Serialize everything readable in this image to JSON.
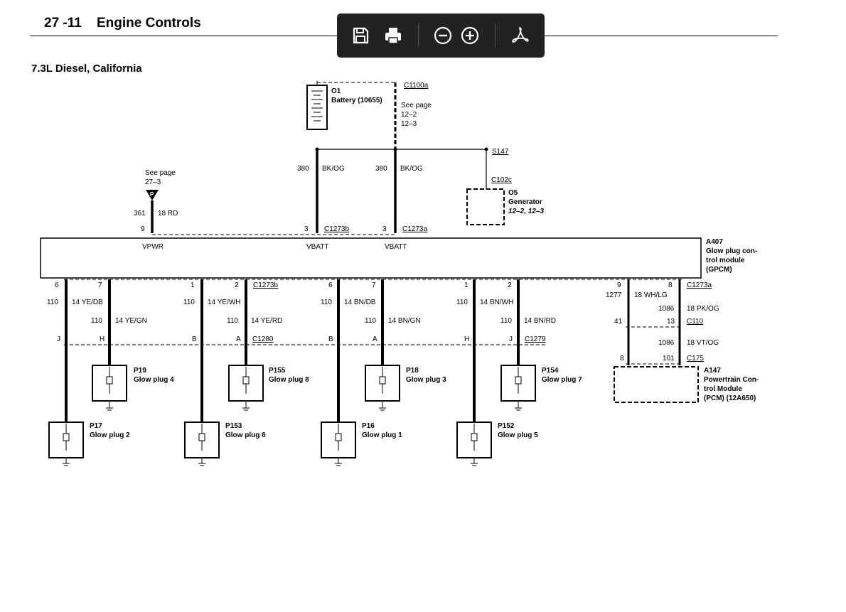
{
  "header": {
    "page_number": "27 -11",
    "section_title": "Engine Controls"
  },
  "diagram_title": "7.3L Diesel, California",
  "toolbar": {
    "items": [
      "save-icon",
      "print-icon",
      "zoom-out-icon",
      "zoom-in-icon",
      "adobe-pdf-icon"
    ]
  },
  "battery": {
    "id": "O1",
    "name": "Battery (10655)",
    "connector": "C1100a",
    "see_page": [
      "See page",
      "12–2",
      "12–3"
    ]
  },
  "splice": "S147",
  "generator": {
    "connector": "C102c",
    "id": "O5",
    "name": "Generator",
    "pages": "12–2, 12–3"
  },
  "power_feed": {
    "see_page": [
      "See page",
      "27–3"
    ],
    "circuit": "361",
    "wire": "18 RD",
    "pin": "9"
  },
  "vbatt_wires": [
    {
      "circuit": "380",
      "wire": "BK/OG",
      "pin": "3",
      "connector": "C1273b"
    },
    {
      "circuit": "380",
      "wire": "BK/OG",
      "pin": "3",
      "connector": "C1273a"
    }
  ],
  "module": {
    "id": "A407",
    "name": [
      "Glow plug con-",
      "trol module",
      "(GPCM)"
    ],
    "pins": [
      "VPWR",
      "VBATT",
      "VBATT"
    ]
  },
  "group_left": {
    "top_pins": [
      "6",
      "7",
      "1",
      "2"
    ],
    "top_connector": "C1273b",
    "wires_upper": [
      {
        "circuit": "110",
        "wire": "14 YE/DB"
      },
      {
        "circuit": "110",
        "wire": "14 YE/WH"
      }
    ],
    "wires_lower": [
      {
        "circuit": "110",
        "wire": "14 YE/GN"
      },
      {
        "circuit": "110",
        "wire": "14 YE/RD"
      }
    ],
    "bottom_pins": [
      "J",
      "H",
      "B",
      "A"
    ],
    "bottom_connector": "C1280"
  },
  "group_right": {
    "top_pins": [
      "6",
      "7",
      "1",
      "2"
    ],
    "wires_upper": [
      {
        "circuit": "110",
        "wire": "14 BN/DB"
      },
      {
        "circuit": "110",
        "wire": "14 BN/WH"
      }
    ],
    "wires_lower": [
      {
        "circuit": "110",
        "wire": "14 BN/GN"
      },
      {
        "circuit": "110",
        "wire": "14 BN/RD"
      }
    ],
    "bottom_pins": [
      "B",
      "A",
      "H",
      "J"
    ],
    "bottom_connector": "C1279"
  },
  "glow_plugs_upper": [
    {
      "id": "P19",
      "name": "Glow plug 4"
    },
    {
      "id": "P155",
      "name": "Glow plug 8"
    },
    {
      "id": "P18",
      "name": "Glow plug 3"
    },
    {
      "id": "P154",
      "name": "Glow plug 7"
    }
  ],
  "glow_plugs_lower": [
    {
      "id": "P17",
      "name": "Glow plug 2"
    },
    {
      "id": "P153",
      "name": "Glow plug 6"
    },
    {
      "id": "P16",
      "name": "Glow plug 1"
    },
    {
      "id": "P152",
      "name": "Glow plug 5"
    }
  ],
  "pcm_link": {
    "top_pins": [
      "9",
      "8"
    ],
    "top_connector": "C1273a",
    "wire_a": {
      "circuit": "1277",
      "wire": "18 WH/LG"
    },
    "wire_b": {
      "circuit": "1086",
      "wire": "18 PK/OG"
    },
    "mid_pins": [
      "41",
      "13"
    ],
    "mid_connector": "C110",
    "wire_c": {
      "circuit": "1086",
      "wire": "18 VT/OG"
    },
    "bottom_pins": [
      "8",
      "101"
    ],
    "bottom_connector": "C175",
    "pcm": {
      "id": "A147",
      "name": [
        "Powertrain Con-",
        "trol Module",
        "(PCM) (12A650)"
      ]
    }
  }
}
